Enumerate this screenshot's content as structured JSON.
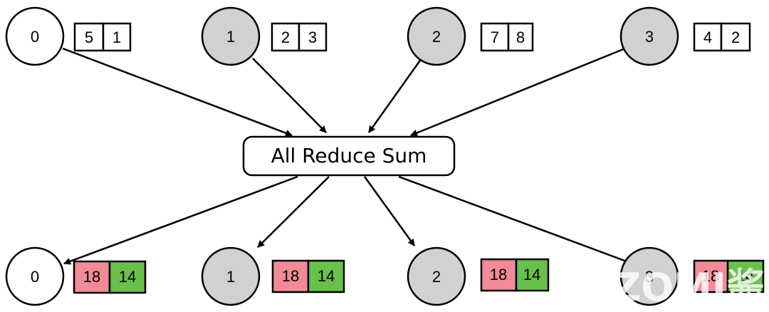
{
  "operation": {
    "label": "All Reduce Sum"
  },
  "inputs": [
    {
      "rank": "0",
      "values": [
        "5",
        "1"
      ],
      "fill": "#ffffff"
    },
    {
      "rank": "1",
      "values": [
        "2",
        "3"
      ],
      "fill": "#d1d1d1"
    },
    {
      "rank": "2",
      "values": [
        "7",
        "8"
      ],
      "fill": "#d1d1d1"
    },
    {
      "rank": "3",
      "values": [
        "4",
        "2"
      ],
      "fill": "#d1d1d1"
    }
  ],
  "outputs": [
    {
      "rank": "0",
      "values": [
        "18",
        "14"
      ],
      "fill": "#ffffff"
    },
    {
      "rank": "1",
      "values": [
        "18",
        "14"
      ],
      "fill": "#d1d1d1"
    },
    {
      "rank": "2",
      "values": [
        "18",
        "14"
      ],
      "fill": "#d1d1d1"
    },
    {
      "rank": "3",
      "values": [
        "18",
        "14"
      ],
      "fill": "#d1d1d1"
    }
  ],
  "colors": {
    "sum_first": "#f28a98",
    "sum_second": "#69c04a"
  },
  "watermark": "ZOMI酱"
}
